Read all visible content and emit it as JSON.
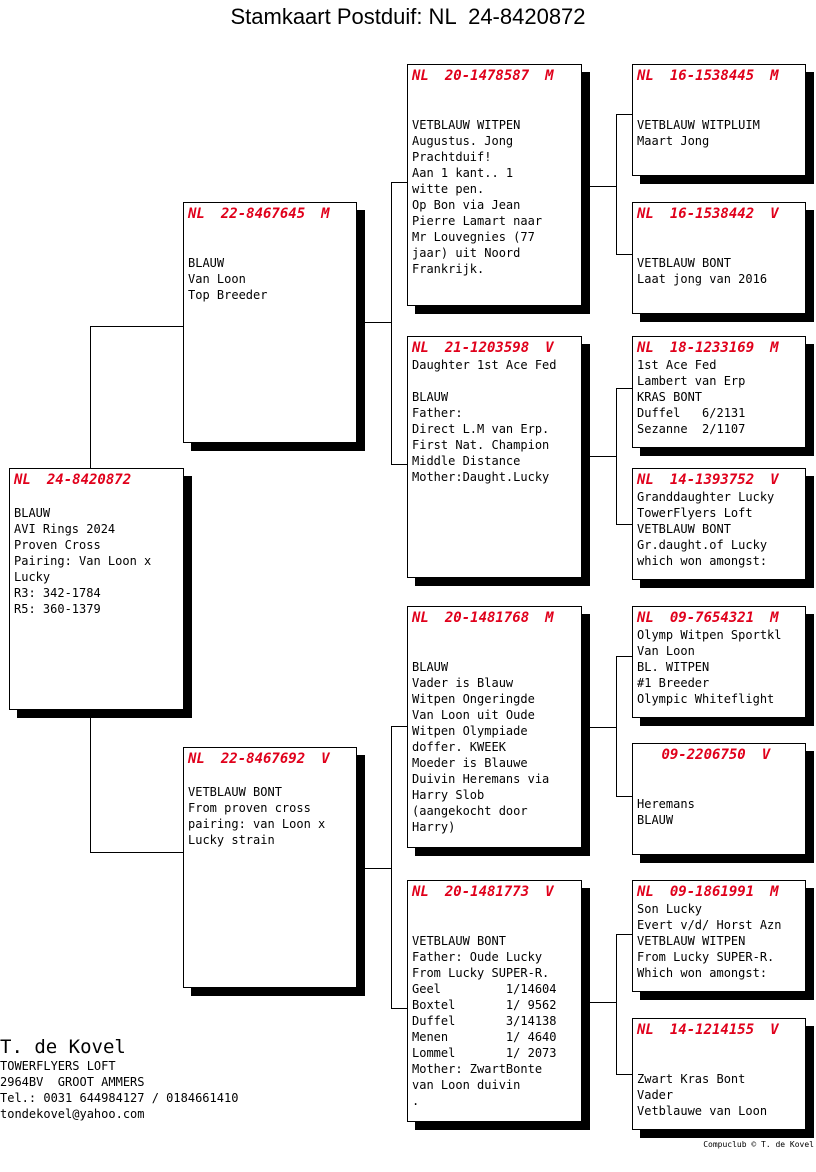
{
  "title": "Stamkaart Postduif: NL  24-8420872",
  "cards": {
    "subject": {
      "country": "NL",
      "ring": "24-8420872",
      "sex": "",
      "lines": [
        "",
        "BLAUW",
        "AVI Rings 2024",
        "Proven Cross",
        "Pairing: Van Loon x",
        "Lucky",
        "R3: 342-1784",
        "R5: 360-1379"
      ]
    },
    "father": {
      "country": "NL",
      "ring": "22-8467645",
      "sex": "M",
      "lines": [
        "",
        "",
        "BLAUW",
        "Van Loon",
        "Top Breeder"
      ]
    },
    "mother": {
      "country": "NL",
      "ring": "22-8467692",
      "sex": "V",
      "lines": [
        "",
        "VETBLAUW BONT",
        "From proven cross",
        "pairing: van Loon x",
        "Lucky strain"
      ]
    },
    "ff": {
      "country": "NL",
      "ring": "20-1478587",
      "sex": "M",
      "lines": [
        "",
        "",
        "VETBLAUW WITPEN",
        "Augustus. Jong",
        "Prachtduif!",
        "Aan 1 kant.. 1",
        "witte pen.",
        "Op Bon via Jean",
        "Pierre Lamart naar",
        "Mr Louvegnies (77",
        "jaar) uit Noord",
        "Frankrijk."
      ]
    },
    "fm": {
      "country": "NL",
      "ring": "21-1203598",
      "sex": "V",
      "lines": [
        "Daughter 1st Ace Fed",
        "",
        "BLAUW",
        "Father:",
        "Direct L.M van Erp.",
        "First Nat. Champion",
        "Middle Distance",
        "Mother:Daught.Lucky"
      ]
    },
    "mf": {
      "country": "NL",
      "ring": "20-1481768",
      "sex": "M",
      "lines": [
        "",
        "",
        "BLAUW",
        "Vader is Blauw",
        "Witpen Ongeringde",
        "Van Loon uit Oude",
        "Witpen Olympiade",
        "doffer. KWEEK",
        "Moeder is Blauwe",
        "Duivin Heremans via",
        "Harry Slob",
        "(aangekocht door",
        "Harry)"
      ]
    },
    "mm": {
      "country": "NL",
      "ring": "20-1481773",
      "sex": "V",
      "lines": [
        "",
        "",
        "VETBLAUW BONT",
        "Father: Oude Lucky",
        "From Lucky SUPER-R.",
        "Geel         1/14604",
        "Boxtel       1/ 9562",
        "Duffel       3/14138",
        "Menen        1/ 4640",
        "Lommel       1/ 2073",
        "Mother: ZwartBonte",
        "van Loon duivin",
        "."
      ]
    },
    "fff": {
      "country": "NL",
      "ring": "16-1538445",
      "sex": "M",
      "lines": [
        "",
        "",
        "VETBLAUW WITPLUIM",
        "Maart Jong"
      ]
    },
    "ffm": {
      "country": "NL",
      "ring": "16-1538442",
      "sex": "V",
      "lines": [
        "",
        "",
        "VETBLAUW BONT",
        "Laat jong van 2016"
      ]
    },
    "fmf": {
      "country": "NL",
      "ring": "18-1233169",
      "sex": "M",
      "lines": [
        "1st Ace Fed",
        "Lambert van Erp",
        "KRAS BONT",
        "Duffel   6/2131",
        "Sezanne  2/1107"
      ]
    },
    "fmm": {
      "country": "NL",
      "ring": "14-1393752",
      "sex": "V",
      "lines": [
        "Granddaughter Lucky",
        "TowerFlyers Loft",
        "VETBLAUW BONT",
        "Gr.daught.of Lucky",
        "which won amongst:"
      ]
    },
    "mff": {
      "country": "NL",
      "ring": "09-7654321",
      "sex": "M",
      "lines": [
        "Olymp Witpen Sportkl",
        "Van Loon",
        "BL. WITPEN",
        "#1 Breeder",
        "Olympic Whiteflight"
      ]
    },
    "mfm": {
      "country": "",
      "ring": "09-2206750",
      "sex": "V",
      "lines": [
        "",
        "",
        "Heremans",
        "BLAUW"
      ]
    },
    "mmf": {
      "country": "NL",
      "ring": "09-1861991",
      "sex": "M",
      "lines": [
        "Son Lucky",
        "Evert v/d/ Horst Azn",
        "VETBLAUW WITPEN",
        "From Lucky SUPER-R.",
        "Which won amongst:"
      ]
    },
    "mmm": {
      "country": "NL",
      "ring": "14-1214155",
      "sex": "V",
      "lines": [
        "",
        "",
        "Zwart Kras Bont",
        "Vader",
        "Vetblauwe van Loon"
      ]
    }
  },
  "owner": {
    "name": "T. de Kovel",
    "lines": [
      "TOWERFLYERS LOFT",
      "2964BV  GROOT AMMERS",
      "Tel.: 0031 644984127 / 0184661410",
      "tondekovel@yahoo.com"
    ]
  },
  "credit": "Compuclub © T. de Kovel",
  "colors": {
    "ring": "#e0001b",
    "shadow": "#000000"
  }
}
